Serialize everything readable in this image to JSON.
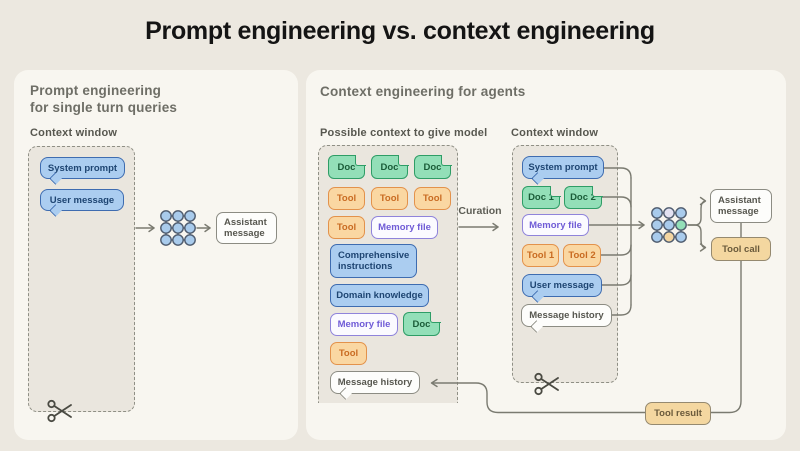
{
  "title": "Prompt engineering vs. context engineering",
  "left": {
    "heading": [
      "Prompt engineering",
      "for single turn queries"
    ],
    "context_window_label": "Context window",
    "system_prompt": "System prompt",
    "user_message": "User message",
    "assistant_message": [
      "Assistant",
      "message"
    ]
  },
  "right": {
    "heading": "Context engineering for agents",
    "possible_context_label": "Possible context to give model",
    "context_window_label": "Context window",
    "curation_label": "Curation",
    "possible": {
      "docs": [
        "Doc",
        "Doc",
        "Doc"
      ],
      "tools": [
        "Tool",
        "Tool",
        "Tool"
      ],
      "tool_b": "Tool",
      "memory_file_a": "Memory file",
      "comprehensive": [
        "Comprehensive",
        "instructions"
      ],
      "domain_knowledge": "Domain knowledge",
      "memory_file_b": "Memory file",
      "doc_b": "Doc",
      "tool_c": "Tool",
      "message_history": "Message history"
    },
    "window": {
      "system_prompt": "System prompt",
      "doc1": "Doc 1",
      "doc2": "Doc 2",
      "memory_file": "Memory file",
      "tool1": "Tool 1",
      "tool2": "Tool 2",
      "user_message": "User message",
      "message_history": "Message history"
    },
    "outputs": {
      "assistant_message": [
        "Assistant",
        "message"
      ],
      "tool_call": "Tool call",
      "tool_result": "Tool result"
    }
  },
  "colors": {
    "page_bg": "#ECE8E0",
    "card_bg": "#F8F6F0",
    "dashed_fill": "#EAE6DE",
    "blue_fill": "#ABCDF0",
    "blue_border": "#3E6CB0",
    "green_fill": "#93DFB8",
    "green_border": "#2E9D66",
    "orange_fill": "#FAD7A2",
    "orange_border": "#E3924B",
    "purple_border": "#8F83DB",
    "tan_fill": "#F4D7A0",
    "line": "#7A7A70",
    "model_node_blue": "#A9CBEC",
    "model_node_pale": "#E3E2F2",
    "model_node_green": "#93DFB8",
    "model_node_tan": "#F3D5A1"
  }
}
